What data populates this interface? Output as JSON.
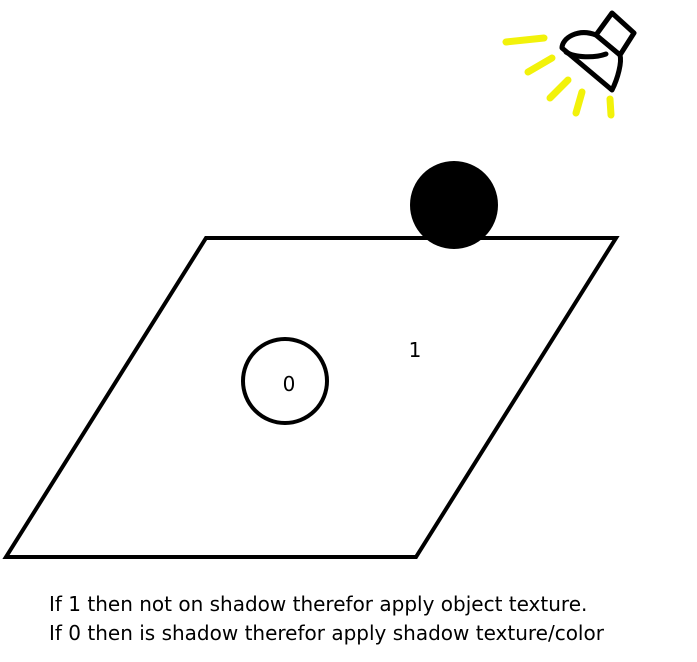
{
  "diagram": {
    "lit_region_label": "1",
    "shadow_region_label": "0",
    "caption": {
      "line1": "If 1 then not on shadow therefor apply object texture.",
      "line2": "If 0 then is shadow therefor apply shadow texture/color"
    },
    "icons": {
      "light_source": "spotlight-icon",
      "occluder": "black-sphere"
    },
    "colors": {
      "background": "#ffffff",
      "stroke": "#000000",
      "light_rays": "#f2f20a",
      "sphere": "#000000"
    }
  }
}
